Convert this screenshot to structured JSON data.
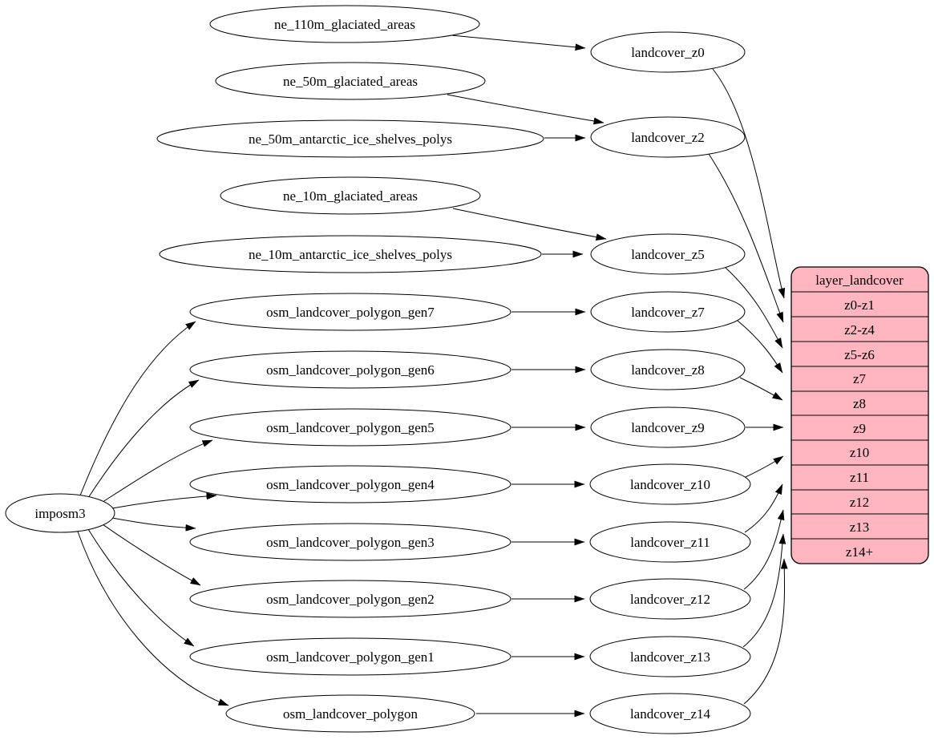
{
  "diagram": {
    "type": "dependency-graph",
    "root": {
      "label": "imposm3"
    },
    "sources": [
      {
        "label": "ne_110m_glaciated_areas"
      },
      {
        "label": "ne_50m_glaciated_areas"
      },
      {
        "label": "ne_50m_antarctic_ice_shelves_polys"
      },
      {
        "label": "ne_10m_glaciated_areas"
      },
      {
        "label": "ne_10m_antarctic_ice_shelves_polys"
      },
      {
        "label": "osm_landcover_polygon_gen7"
      },
      {
        "label": "osm_landcover_polygon_gen6"
      },
      {
        "label": "osm_landcover_polygon_gen5"
      },
      {
        "label": "osm_landcover_polygon_gen4"
      },
      {
        "label": "osm_landcover_polygon_gen3"
      },
      {
        "label": "osm_landcover_polygon_gen2"
      },
      {
        "label": "osm_landcover_polygon_gen1"
      },
      {
        "label": "osm_landcover_polygon"
      }
    ],
    "layers": [
      {
        "label": "landcover_z0"
      },
      {
        "label": "landcover_z2"
      },
      {
        "label": "landcover_z5"
      },
      {
        "label": "landcover_z7"
      },
      {
        "label": "landcover_z8"
      },
      {
        "label": "landcover_z9"
      },
      {
        "label": "landcover_z10"
      },
      {
        "label": "landcover_z11"
      },
      {
        "label": "landcover_z12"
      },
      {
        "label": "landcover_z13"
      },
      {
        "label": "landcover_z14"
      }
    ],
    "record": {
      "title": "layer_landcover",
      "rows": [
        "z0-z1",
        "z2-z4",
        "z5-z6",
        "z7",
        "z8",
        "z9",
        "z10",
        "z11",
        "z12",
        "z13",
        "z14+"
      ]
    },
    "edges": [
      {
        "from": "imposm3",
        "to": "osm_landcover_polygon_gen7"
      },
      {
        "from": "imposm3",
        "to": "osm_landcover_polygon_gen6"
      },
      {
        "from": "imposm3",
        "to": "osm_landcover_polygon_gen5"
      },
      {
        "from": "imposm3",
        "to": "osm_landcover_polygon_gen4"
      },
      {
        "from": "imposm3",
        "to": "osm_landcover_polygon_gen3"
      },
      {
        "from": "imposm3",
        "to": "osm_landcover_polygon_gen2"
      },
      {
        "from": "imposm3",
        "to": "osm_landcover_polygon_gen1"
      },
      {
        "from": "imposm3",
        "to": "osm_landcover_polygon"
      },
      {
        "from": "ne_110m_glaciated_areas",
        "to": "landcover_z0"
      },
      {
        "from": "ne_50m_glaciated_areas",
        "to": "landcover_z2"
      },
      {
        "from": "ne_50m_antarctic_ice_shelves_polys",
        "to": "landcover_z2"
      },
      {
        "from": "ne_10m_glaciated_areas",
        "to": "landcover_z5"
      },
      {
        "from": "ne_10m_antarctic_ice_shelves_polys",
        "to": "landcover_z5"
      },
      {
        "from": "osm_landcover_polygon_gen7",
        "to": "landcover_z7"
      },
      {
        "from": "osm_landcover_polygon_gen6",
        "to": "landcover_z8"
      },
      {
        "from": "osm_landcover_polygon_gen5",
        "to": "landcover_z9"
      },
      {
        "from": "osm_landcover_polygon_gen4",
        "to": "landcover_z10"
      },
      {
        "from": "osm_landcover_polygon_gen3",
        "to": "landcover_z11"
      },
      {
        "from": "osm_landcover_polygon_gen2",
        "to": "landcover_z12"
      },
      {
        "from": "osm_landcover_polygon_gen1",
        "to": "landcover_z13"
      },
      {
        "from": "osm_landcover_polygon",
        "to": "landcover_z14"
      },
      {
        "from": "landcover_z0",
        "to": "layer_landcover:z0-z1"
      },
      {
        "from": "landcover_z2",
        "to": "layer_landcover:z2-z4"
      },
      {
        "from": "landcover_z5",
        "to": "layer_landcover:z5-z6"
      },
      {
        "from": "landcover_z7",
        "to": "layer_landcover:z7"
      },
      {
        "from": "landcover_z8",
        "to": "layer_landcover:z8"
      },
      {
        "from": "landcover_z9",
        "to": "layer_landcover:z9"
      },
      {
        "from": "landcover_z10",
        "to": "layer_landcover:z10"
      },
      {
        "from": "landcover_z11",
        "to": "layer_landcover:z11"
      },
      {
        "from": "landcover_z12",
        "to": "layer_landcover:z12"
      },
      {
        "from": "landcover_z13",
        "to": "layer_landcover:z13"
      },
      {
        "from": "landcover_z14",
        "to": "layer_landcover:z14+"
      }
    ],
    "colors": {
      "record_fill": "#ffb6c1",
      "node_fill": "#ffffff",
      "stroke": "#000000",
      "text": "#000000",
      "background": "#ffffff"
    }
  }
}
